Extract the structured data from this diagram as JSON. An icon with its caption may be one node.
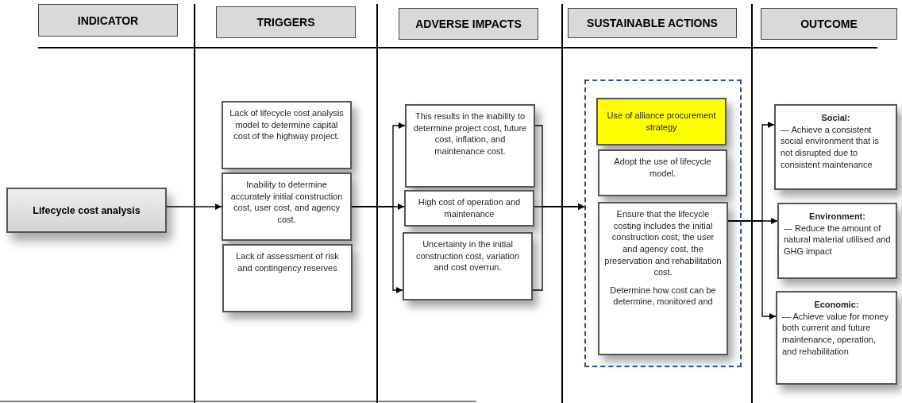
{
  "diagram": {
    "nodes": [
      {
        "text": [
          "INDICATOR"
        ]
      },
      {
        "text": [
          "TRIGGERS"
        ]
      },
      {
        "text": [
          "ADVERSE IMPACTS"
        ]
      },
      {
        "text": [
          "SUSTAINABLE ACTIONS"
        ]
      },
      {
        "text": [
          "OUTCOME"
        ]
      },
      {
        "text": [
          "Lifecycle cost analysis"
        ]
      },
      {
        "text": [
          "Lack of lifecycle cost analysis model to determine capital cost of the highway project."
        ]
      },
      {
        "text": [
          "Inability to determine accurately initial construction cost, user cost, and agency cost."
        ]
      },
      {
        "text": [
          "Lack of assessment of risk and contingency reserves"
        ]
      },
      {
        "text": [
          "This results in the inability to determine project cost, future cost, inflation, and maintenance cost."
        ]
      },
      {
        "text": [
          "High cost of operation and maintenance"
        ]
      },
      {
        "text": [
          "Uncertainty in the initial construction cost, variation and cost overrun."
        ]
      },
      {
        "text": [],
        "shape": "box"
      },
      {
        "text": [
          "Use of alliance procurement strategy"
        ],
        "in": 12
      },
      {
        "text": [
          "Adopt the use of lifecycle model."
        ],
        "in": 12
      },
      {
        "text": [
          "Ensure that the lifecycle costing includes the initial construction cost, the user and agency cost, the preservation and rehabilitation cost.",
          "Determine how cost can be determine, monitored and"
        ],
        "in": 12
      },
      {
        "text": [
          "Social:",
          "— Achieve a consistent social environment that is not disrupted due to consistent maintenance"
        ]
      },
      {
        "text": [
          "**Environment**:",
          "— Reduce the amount of natural material utilised and GHG impact"
        ]
      },
      {
        "text": [
          "**Economic**:",
          "— Achieve value for money both current and future maintenance, operation, and rehabilitation"
        ]
      }
    ],
    "edges": [
      {
        "from": 5,
        "to": 7,
        "arrow": "to"
      },
      {
        "from": 7,
        "to": 9,
        "arrow": "to"
      },
      {
        "from": 7,
        "to": 10,
        "arrow": "to"
      },
      {
        "from": 7,
        "to": 11,
        "arrow": "to"
      },
      {
        "from": 9,
        "to": 12,
        "arrow": "to"
      },
      {
        "from": 10,
        "to": 12,
        "arrow": "to"
      },
      {
        "from": 11,
        "to": 12,
        "arrow": "to"
      },
      {
        "from": 15,
        "to": 16,
        "arrow": "to"
      },
      {
        "from": 15,
        "to": 17,
        "arrow": "to"
      },
      {
        "from": 15,
        "to": 18,
        "arrow": "to"
      }
    ]
  }
}
